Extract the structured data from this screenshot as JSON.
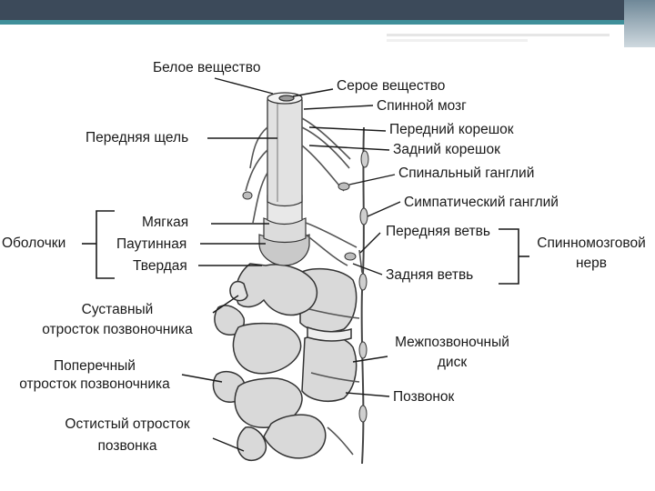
{
  "slide": {
    "colors": {
      "header": "#3c4a5a",
      "accent": "#3f8f9a",
      "bone": "#d9d9d9",
      "bone_dark": "#555555",
      "line": "#1a1a1a"
    }
  },
  "labels": {
    "white_matter": "Белое вещество",
    "gray_matter": "Серое вещество",
    "spinal_cord": "Спинной мозг",
    "anterior_fissure": "Передняя щель",
    "anterior_root": "Передний корешок",
    "posterior_root": "Задний корешок",
    "spinal_ganglion": "Спинальный ганглий",
    "sympathetic_ganglion": "Симпатический ганглий",
    "membranes": "Оболочки",
    "pia": "Мягкая",
    "arachnoid": "Паутинная",
    "dura": "Твердая",
    "anterior_branch": "Передняя ветвь",
    "posterior_branch": "Задняя ветвь",
    "spinal_nerve_line1": "Спинномозговой",
    "spinal_nerve_line2": "нерв",
    "articular_line1": "Суставный",
    "articular_line2": "отросток позвоночника",
    "transverse_line1": "Поперечный",
    "transverse_line2": "отросток позвоночника",
    "intervertebral_line1": "Межпозвоночный",
    "intervertebral_line2": "диск",
    "vertebra": "Позвонок",
    "spinous_line1": "Остистый отросток",
    "spinous_line2": "позвонка"
  }
}
